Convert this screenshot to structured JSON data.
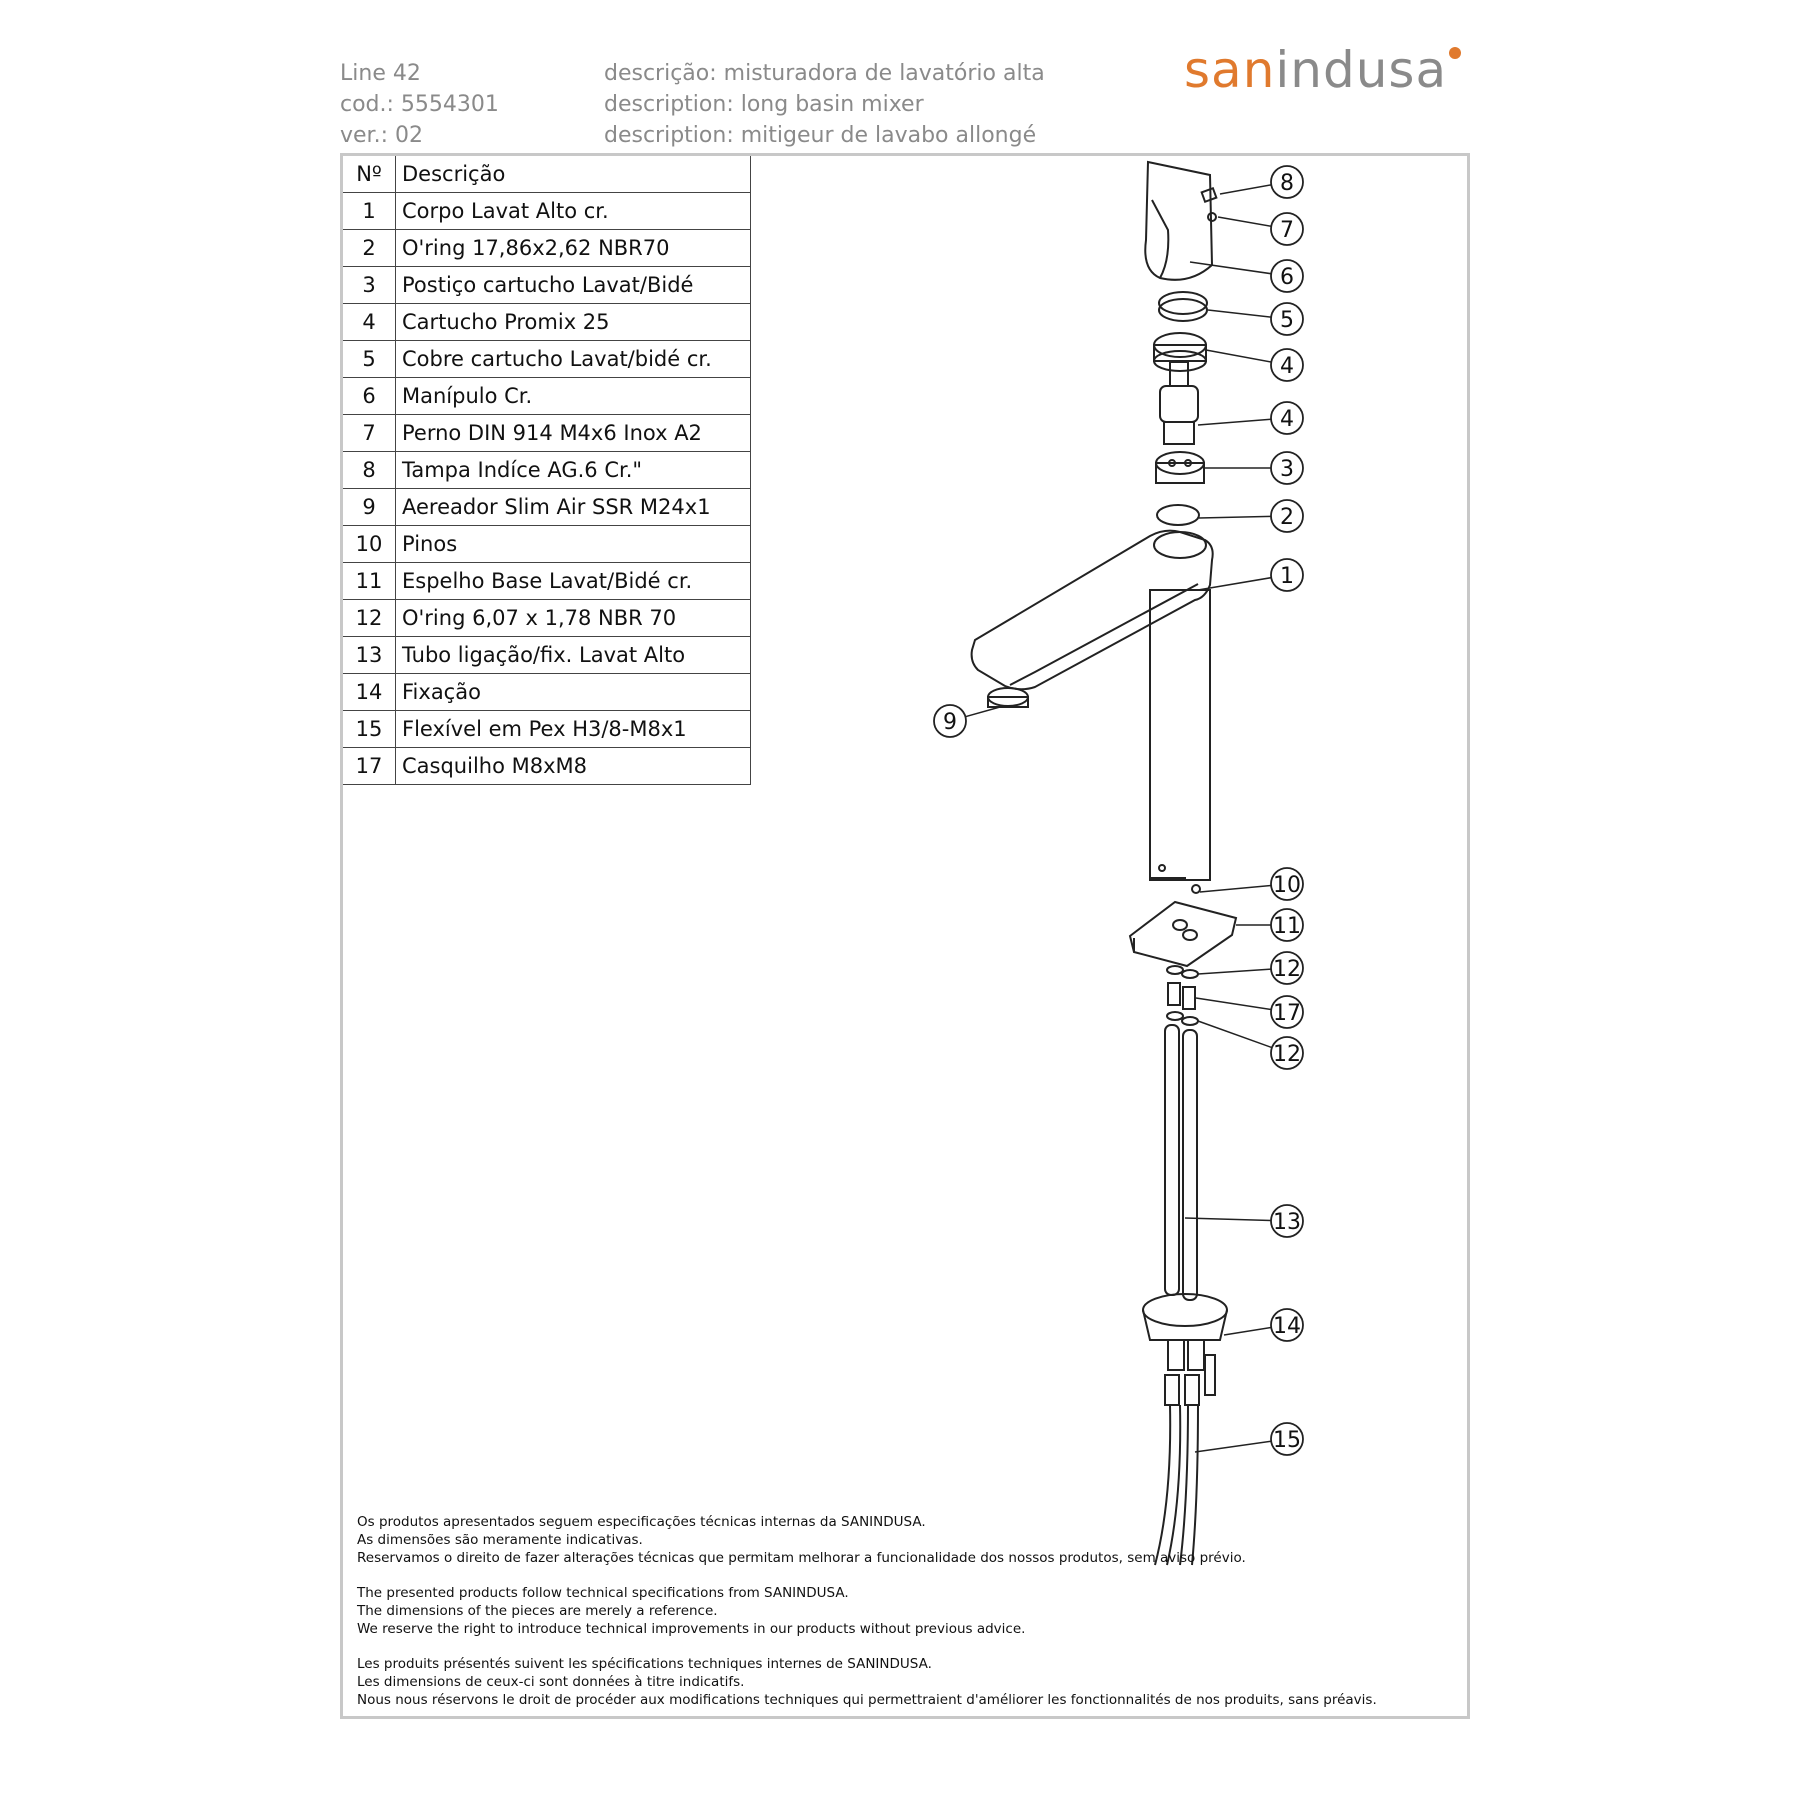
{
  "header": {
    "line": "Line 42",
    "code": "cod.: 5554301",
    "version": "ver.: 02",
    "desc_pt": "descrição: misturadora de lavatório alta",
    "desc_en": "description: long basin mixer",
    "desc_fr": "description: mitigeur de lavabo allongé"
  },
  "logo": {
    "part1": "san",
    "part2": "indusa"
  },
  "table": {
    "col_no": "Nº",
    "col_desc": "Descrição",
    "rows": [
      {
        "no": "1",
        "desc": "Corpo Lavat Alto cr."
      },
      {
        "no": "2",
        "desc": "O'ring 17,86x2,62 NBR70"
      },
      {
        "no": "3",
        "desc": "Postiço cartucho Lavat/Bidé"
      },
      {
        "no": "4",
        "desc": "Cartucho Promix 25"
      },
      {
        "no": "5",
        "desc": "Cobre cartucho Lavat/bidé cr."
      },
      {
        "no": "6",
        "desc": "Manípulo Cr."
      },
      {
        "no": "7",
        "desc": "Perno DIN 914 M4x6 Inox A2"
      },
      {
        "no": "8",
        "desc": "Tampa Indíce AG.6 Cr.\""
      },
      {
        "no": "9",
        "desc": "Aereador Slim Air SSR M24x1"
      },
      {
        "no": "10",
        "desc": "Pinos"
      },
      {
        "no": "11",
        "desc": "Espelho Base Lavat/Bidé cr."
      },
      {
        "no": "12",
        "desc": "O'ring 6,07 x 1,78 NBR 70"
      },
      {
        "no": "13",
        "desc": "Tubo ligação/fix. Lavat Alto"
      },
      {
        "no": "14",
        "desc": "Fixação"
      },
      {
        "no": "15",
        "desc": "Flexível em Pex H3/8-M8x1"
      },
      {
        "no": "17",
        "desc": "Casquilho M8xM8"
      }
    ]
  },
  "callouts": [
    "8",
    "7",
    "6",
    "5",
    "4",
    "4",
    "3",
    "2",
    "1",
    "9",
    "10",
    "11",
    "12",
    "17",
    "12",
    "13",
    "14",
    "15"
  ],
  "notes": {
    "pt": [
      "Os produtos apresentados seguem especificações técnicas internas da SANINDUSA.",
      "As dimensões são meramente indicativas.",
      "Reservamos o direito de fazer alterações técnicas que permitam melhorar a funcionalidade dos nossos produtos, sem aviso prévio."
    ],
    "en": [
      "The presented products follow technical specifications from SANINDUSA.",
      "The dimensions of the pieces are merely a reference.",
      "We reserve the right to introduce technical improvements in our products without previous advice."
    ],
    "fr": [
      "Les produits présentés suivent les spécifications techniques internes de SANINDUSA.",
      "Les dimensions de ceux-ci sont données à titre indicatifs.",
      "Nous nous réservons le droit de procéder aux modifications techniques qui permettraient d'améliorer les fonctionnalités de nos produits, sans préavis."
    ]
  }
}
